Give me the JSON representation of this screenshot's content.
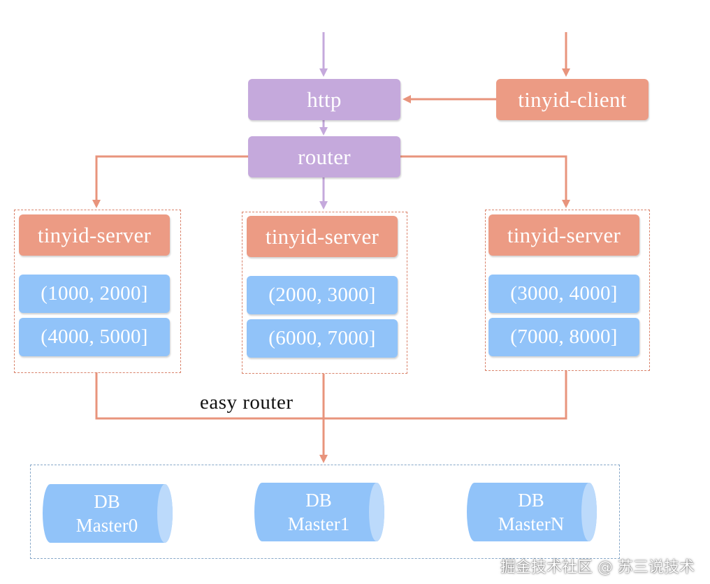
{
  "nodes": {
    "http": "http",
    "client": "tinyid-client",
    "router": "router",
    "easy_router": "easy router"
  },
  "servers": [
    {
      "label": "tinyid-server",
      "ranges": [
        "(1000, 2000]",
        "(4000, 5000]"
      ]
    },
    {
      "label": "tinyid-server",
      "ranges": [
        "(2000, 3000]",
        "(6000, 7000]"
      ]
    },
    {
      "label": "tinyid-server",
      "ranges": [
        "(3000, 4000]",
        "(7000, 8000]"
      ]
    }
  ],
  "databases": [
    {
      "line1": "DB",
      "line2": "Master0"
    },
    {
      "line1": "DB",
      "line2": "Master1"
    },
    {
      "line1": "DB",
      "line2": "MasterN"
    }
  ],
  "watermark": "掘金技术社区 @ 苏三说技术",
  "colors": {
    "purple": "#c5a9dc",
    "salmon": "#ec9b84",
    "blue": "#91c3f9",
    "purple_line": "#c5a9dc",
    "salmon_line": "#e8947c"
  }
}
